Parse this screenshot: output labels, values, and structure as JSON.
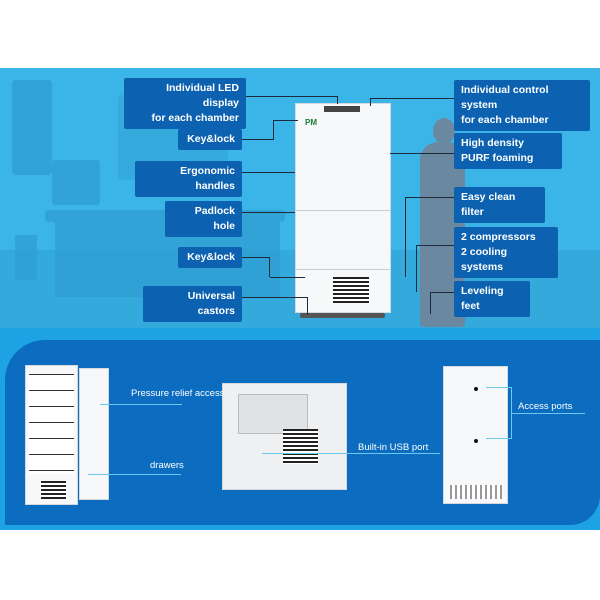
{
  "top_section": {
    "left_labels": [
      {
        "text": "Individual  LED display",
        "text2": "for each chamber"
      },
      {
        "text": "Key&lock"
      },
      {
        "text": "Ergonomic handles"
      },
      {
        "text": "Padlock hole"
      },
      {
        "text": "Key&lock"
      },
      {
        "text": "Universal castors"
      }
    ],
    "right_labels": [
      {
        "text": "Individual control system",
        "text2": "for each chamber"
      },
      {
        "text": "High density",
        "text2": "PURF foaming"
      },
      {
        "text": "Easy clean filter"
      },
      {
        "text": "2 compressors",
        "text2": "2 cooling systems"
      },
      {
        "text": "Leveling feet"
      }
    ],
    "logo": "PM"
  },
  "bottom_section": {
    "labels": {
      "pressure": "Pressure relief access",
      "drawers": "drawers",
      "usb": "Built-in USB port",
      "ports": "Access ports"
    }
  },
  "colors": {
    "label_bg": "#0c62b0",
    "top_bg": "#3bb5e8",
    "panel_bg": "#0b6cc0"
  }
}
